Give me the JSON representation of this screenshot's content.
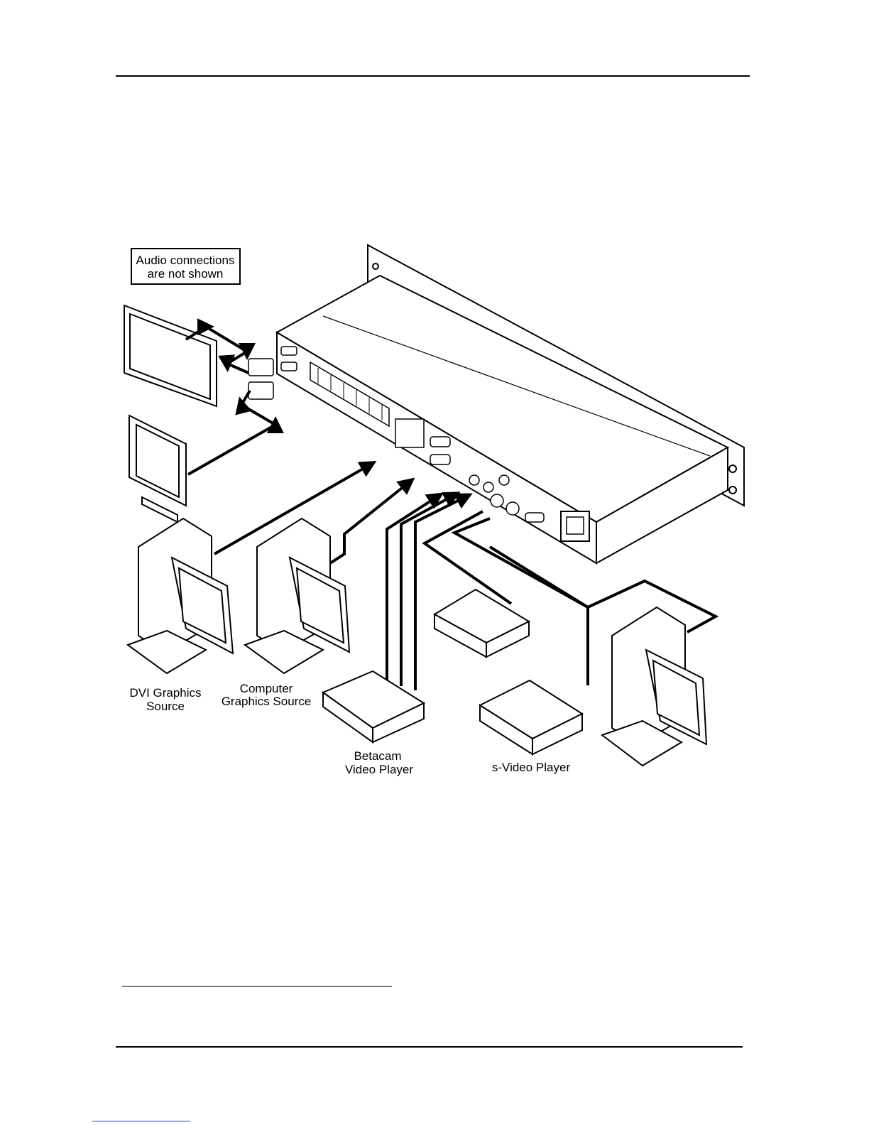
{
  "diagram": {
    "note": {
      "line1": "Audio connections",
      "line2": "are not shown"
    },
    "labels": {
      "dvi_source_line1": "DVI Graphics",
      "dvi_source_line2": "Source",
      "computer_source_line1": "Computer",
      "computer_source_line2": "Graphics Source",
      "betacam_line1": "Betacam",
      "betacam_line2": "Video Player",
      "svideo": "s-Video Player"
    }
  }
}
